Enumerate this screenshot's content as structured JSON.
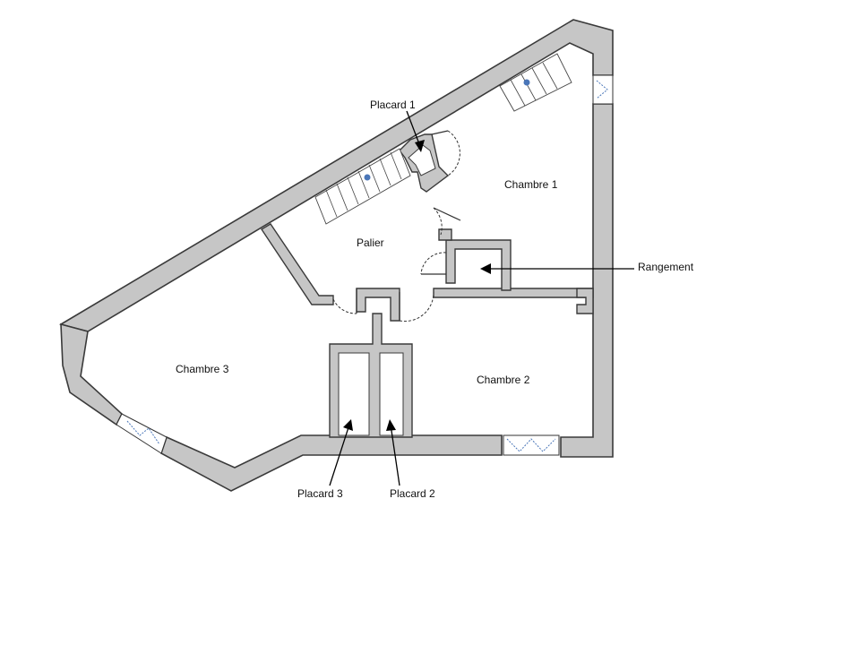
{
  "rooms": {
    "chambre_1": "Chambre 1",
    "chambre_2": "Chambre 2",
    "chambre_3": "Chambre 3",
    "palier": "Palier"
  },
  "callouts": {
    "placard_1": "Placard 1",
    "placard_2": "Placard 2",
    "placard_3": "Placard 3",
    "rangement": "Rangement"
  },
  "colors": {
    "wall_fill": "#c6c6c6",
    "wall_stroke": "#3a3a3a",
    "stair_arrow": "#4a76b8"
  }
}
